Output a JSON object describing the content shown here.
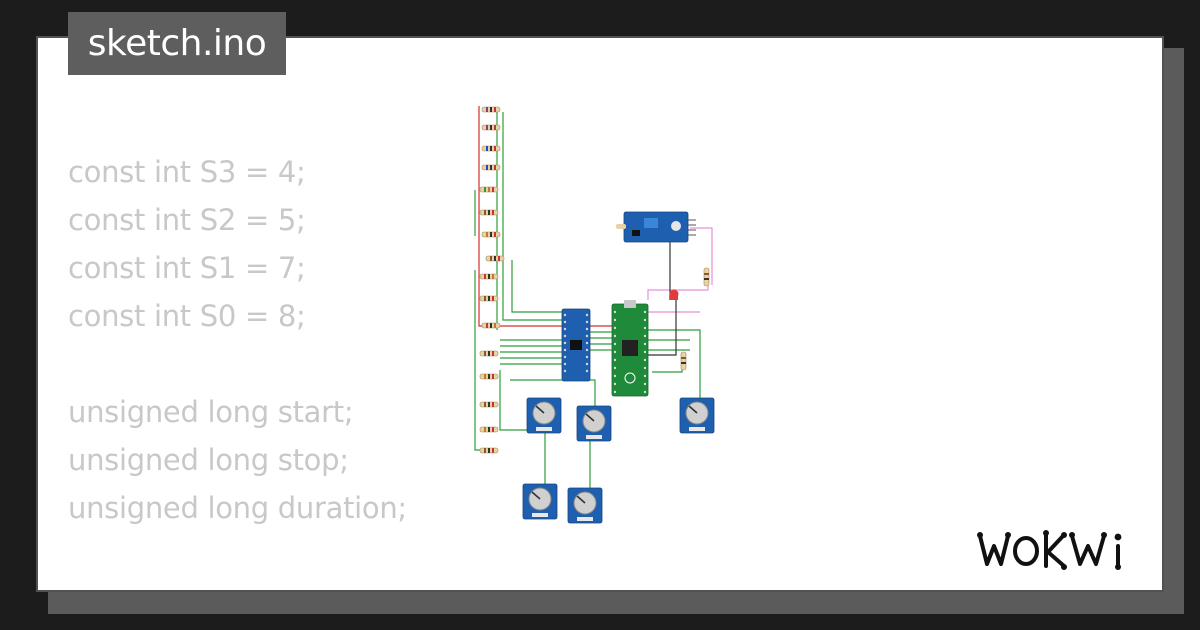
{
  "file": {
    "name": "sketch.ino"
  },
  "code": {
    "lines": [
      "const int S3 = 4;",
      "const int S2 = 5;",
      "const int S1 = 7;",
      "const int S0 = 8;",
      "",
      "unsigned long start;",
      "unsigned long stop;",
      "unsigned long duration;"
    ]
  },
  "logo": {
    "text": "WOKWI"
  },
  "colors": {
    "background": "#1c1c1c",
    "card": "#ffffff",
    "tag_bg": "#5e5e5e",
    "code_text": "#c8c8c8",
    "wire_green": "#2e9e3a",
    "wire_red": "#d23030",
    "wire_pink": "#e890d8",
    "board_blue": "#1f5fb0",
    "pico_green": "#1f8a3a"
  }
}
